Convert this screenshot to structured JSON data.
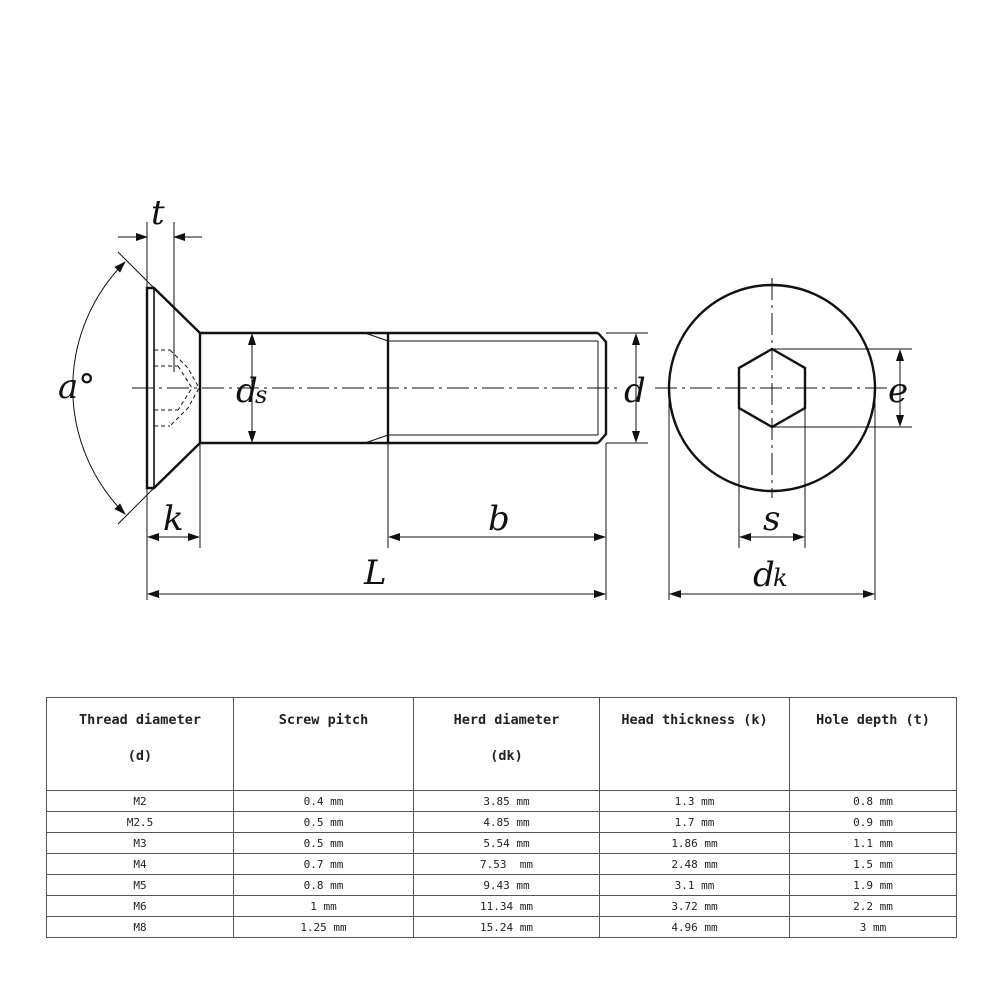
{
  "diagram": {
    "labels": {
      "t": "t",
      "a": "a°",
      "ds_main": "d",
      "ds_sub": "s",
      "d": "d",
      "e": "e",
      "k": "k",
      "b": "b",
      "L": "L",
      "s": "s",
      "dk_main": "d",
      "dk_sub": "k"
    }
  },
  "table": {
    "headers": [
      {
        "line1": "Thread diameter",
        "line2": "(d)"
      },
      {
        "line1": "Screw pitch",
        "line2": ""
      },
      {
        "line1": "Herd diameter",
        "line2": "(dk)"
      },
      {
        "line1": "Head thickness (k)",
        "line2": ""
      },
      {
        "line1": "Hole depth (t)",
        "line2": ""
      }
    ],
    "rows": [
      [
        "M2",
        "0.4 mm",
        "3.85 mm",
        "1.3 mm",
        "0.8 mm"
      ],
      [
        "M2.5",
        "0.5 mm",
        "4.85 mm",
        "1.7 mm",
        "0.9 mm"
      ],
      [
        "M3",
        "0.5 mm",
        "5.54 mm",
        "1.86 mm",
        "1.1 mm"
      ],
      [
        "M4",
        "0.7 mm",
        "7.53  mm",
        "2.48 mm",
        "1.5 mm"
      ],
      [
        "M5",
        "0.8 mm",
        "9.43 mm",
        "3.1 mm",
        "1.9 mm"
      ],
      [
        "M6",
        "1 mm",
        "11.34 mm",
        "3.72 mm",
        "2.2 mm"
      ],
      [
        "M8",
        "1.25 mm",
        "15.24 mm",
        "4.96 mm",
        "3 mm"
      ]
    ]
  }
}
